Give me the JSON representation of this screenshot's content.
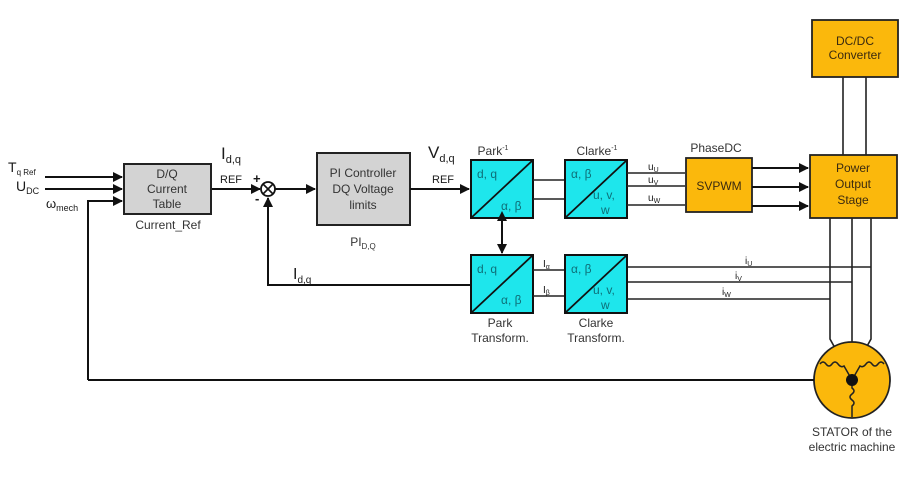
{
  "diagram": {
    "title": "Field-oriented motor control block diagram",
    "colors": {
      "gray_block": "#d3d3d3",
      "cyan_block": "#1ee6ec",
      "orange_block": "#fbb80c",
      "line": "#111111"
    },
    "inputs": {
      "tq_ref": {
        "main": "T",
        "sub": "q Ref"
      },
      "udc": {
        "main": "U",
        "sub": "DC"
      },
      "omega": {
        "main": "ω",
        "sub": "mech"
      }
    },
    "current_table": {
      "lines": [
        "D/Q",
        "Current",
        "Table"
      ],
      "caption": "Current_Ref"
    },
    "idq_ref": {
      "main": "I",
      "sub": "d,q",
      "ref": "REF"
    },
    "summing": {
      "plus": "+",
      "minus": "-"
    },
    "pi_controller": {
      "lines": [
        "PI Controller",
        "DQ Voltage",
        "limits"
      ],
      "caption_main": "PI",
      "caption_sub": "D,Q"
    },
    "vdq_ref": {
      "main": "V",
      "sub": "d,q",
      "ref": "REF"
    },
    "park_inv": {
      "title": "Park",
      "title_sup": "-1",
      "top": "d, q",
      "bottom": "α, β"
    },
    "clarke_inv": {
      "title": "Clarke",
      "title_sup": "-1",
      "top": "α, β",
      "bottom1": "u, v,",
      "bottom2": "w"
    },
    "u_signals": [
      {
        "main": "u",
        "sub": "U"
      },
      {
        "main": "u",
        "sub": "V"
      },
      {
        "main": "u",
        "sub": "W"
      }
    ],
    "svpwm": {
      "title": "PhaseDC",
      "label": "SVPWM"
    },
    "dcdc": {
      "lines": [
        "DC/DC",
        "Converter"
      ]
    },
    "power_stage": {
      "lines": [
        "Power",
        "Output",
        "Stage"
      ]
    },
    "park": {
      "top": "d, q",
      "bottom": "α, β",
      "caption1": "Park",
      "caption2": "Transform."
    },
    "clarke": {
      "top": "α, β",
      "bottom1": "u, v,",
      "bottom2": "w",
      "caption1": "Clarke",
      "caption2": "Transform."
    },
    "i_ab": [
      {
        "main": "I",
        "sub": "α"
      },
      {
        "main": "I",
        "sub": "β"
      }
    ],
    "i_signals": [
      {
        "main": "i",
        "sub": "U"
      },
      {
        "main": "i",
        "sub": "V"
      },
      {
        "main": "i",
        "sub": "W"
      }
    ],
    "idq_feedback": {
      "main": "I",
      "sub": "d,q"
    },
    "stator": {
      "caption1": "STATOR of the",
      "caption2": "electric machine"
    }
  }
}
